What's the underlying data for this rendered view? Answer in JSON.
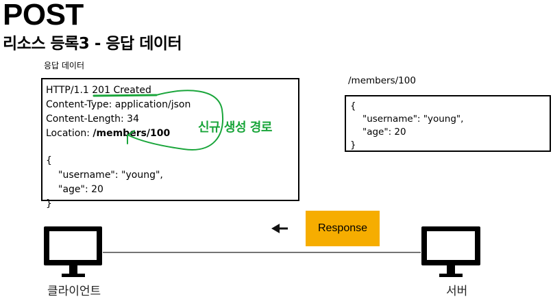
{
  "title": "POST",
  "subtitle": "리소스 등록3 - 응답 데이터",
  "response_section": {
    "label": "응답 데이터",
    "status_line": {
      "prefix": "HTTP/1.1 ",
      "status": "201 Created"
    },
    "headers": {
      "content_type": "Content-Type: application/json",
      "content_length": "Content-Length: 34",
      "location_key": "Location: ",
      "location_value": "/members/100"
    },
    "body": {
      "open": "{",
      "username": "\"username\": \"young\",",
      "age": "\"age\": 20",
      "close": "}"
    }
  },
  "annotation": {
    "text": "신규 생성 경로",
    "color": "#19a53a"
  },
  "resource": {
    "path": "/members/100",
    "body": {
      "open": "{",
      "username": "\"username\": \"young\",",
      "age": "\"age\": 20",
      "close": "}"
    }
  },
  "message_button": {
    "label": "Response",
    "color": "#f6ad00"
  },
  "client": {
    "label": "클라이언트",
    "icon": "monitor-icon"
  },
  "server": {
    "label": "서버",
    "icon": "monitor-icon"
  },
  "arrow": {
    "direction": "left"
  }
}
